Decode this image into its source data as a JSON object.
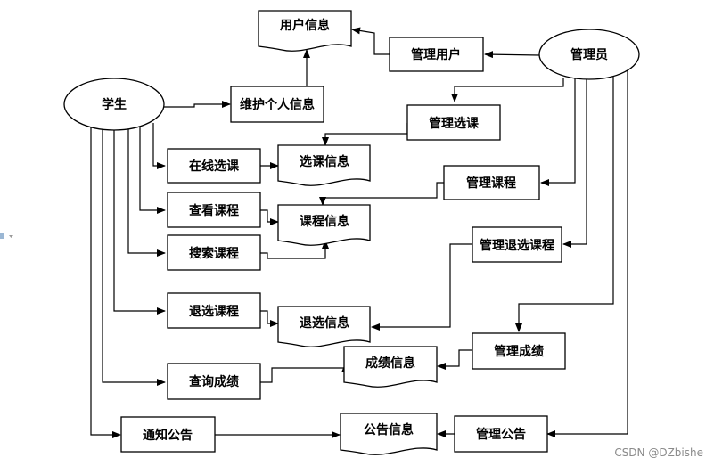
{
  "nodes": {
    "student": "学生",
    "admin": "管理员",
    "user_info": "用户信息",
    "manage_users": "管理用户",
    "maintain_info": "维护个人信息",
    "manage_selection": "管理选课",
    "online_select": "在线选课",
    "selection_info": "选课信息",
    "manage_courses": "管理课程",
    "view_courses": "查看课程",
    "course_info": "课程信息",
    "search_courses": "搜索课程",
    "manage_withdraw": "管理退选课程",
    "withdraw_course": "退选课程",
    "withdraw_info": "退选信息",
    "manage_grades": "管理成绩",
    "grade_info": "成绩信息",
    "query_grades": "查询成绩",
    "notify": "通知公告",
    "notice_info": "公告信息",
    "manage_notice": "管理公告"
  },
  "watermark": "CSDN @DZbishe",
  "colors": {
    "stroke": "#000000",
    "background": "#ffffff",
    "watermark": "#8a8a8a"
  }
}
